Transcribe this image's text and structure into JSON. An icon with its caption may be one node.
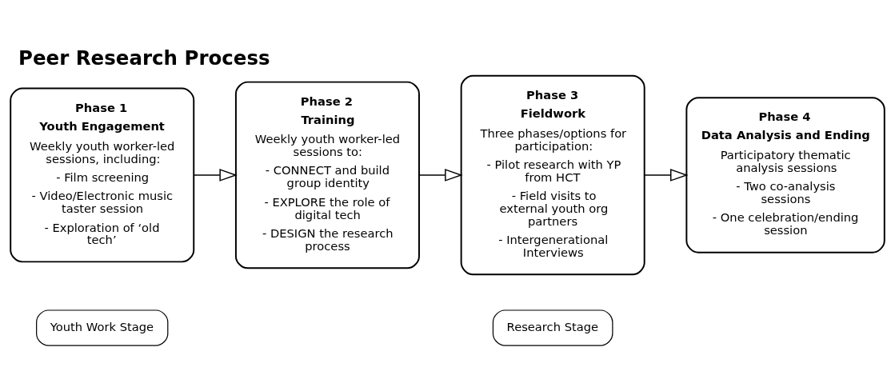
{
  "diagram": {
    "title": "Peer Research Process",
    "nodes": [
      {
        "text": [
          "Youth Work Stage"
        ]
      },
      {
        "text": [
          "Research Stage"
        ]
      },
      {
        "text": [
          "Phase 1",
          "Youth Engagement",
          "Weekly youth worker-led sessions, including:",
          "- Film screening",
          "- Video/Electronic music taster session",
          "- Exploration of ‘old tech’"
        ]
      },
      {
        "text": [
          "Phase 2",
          "Training",
          "Weekly youth worker-led sessions to:",
          "- CONNECT and build group identity",
          "- EXPLORE the role of digital tech",
          "- DESIGN the research process"
        ]
      },
      {
        "text": [
          "Phase 3",
          "Fieldwork",
          "Three phases/options for participation:",
          "- Pilot research with YP from HCT",
          "- Field visits to external youth org partners",
          "- Intergenerational Interviews"
        ]
      },
      {
        "text": [
          "Phase 4",
          "Data Analysis and Ending",
          "Participatory thematic analysis sessions",
          "- Two co-analysis sessions",
          "- One celebration/ending session"
        ]
      }
    ],
    "edges": [
      {
        "from": 2,
        "to": 3,
        "arrow": "to"
      },
      {
        "from": 3,
        "to": 4,
        "arrow": "to"
      },
      {
        "from": 4,
        "to": 5,
        "arrow": "to"
      }
    ]
  }
}
